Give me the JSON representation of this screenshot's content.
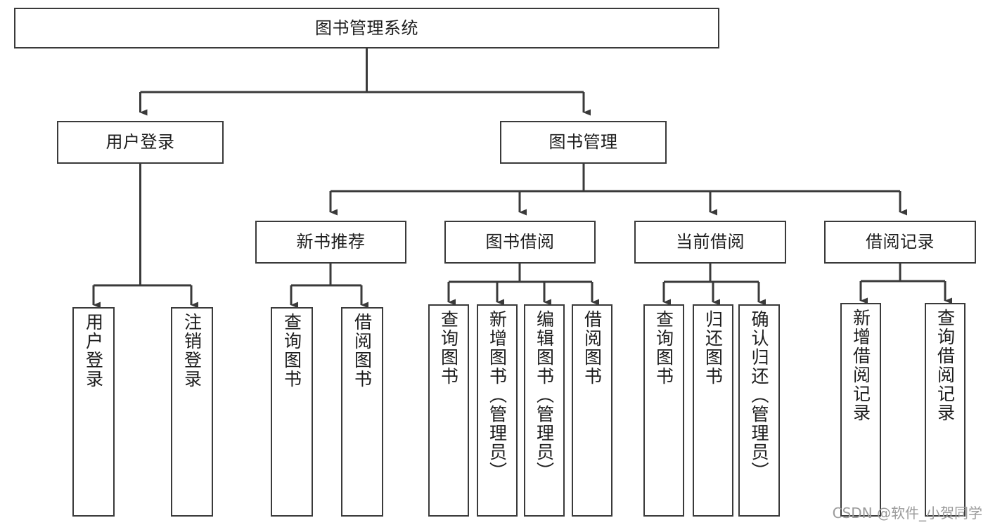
{
  "diagram": {
    "title": "图书管理系统",
    "type": "tree-hierarchy-chart",
    "orientation": "top-down",
    "colors": {
      "node_border": "#3a3a3a",
      "node_fill": "#ffffff",
      "edge": "#3a3a3a",
      "text": "#1d1d1d",
      "watermark": "#9b9b9b",
      "background": "#ffffff"
    },
    "root": {
      "label": "图书管理系统"
    },
    "level2": [
      {
        "label": "用户登录"
      },
      {
        "label": "图书管理"
      }
    ],
    "level3": [
      {
        "label": "新书推荐"
      },
      {
        "label": "图书借阅"
      },
      {
        "label": "当前借阅"
      },
      {
        "label": "借阅记录"
      }
    ],
    "leaves": {
      "user_login": [
        {
          "label": "用户登录"
        },
        {
          "label": "注销登录"
        }
      ],
      "new_book_recommend": [
        {
          "label": "查询图书"
        },
        {
          "label": "借阅图书"
        }
      ],
      "book_borrow": [
        {
          "label": "查询图书"
        },
        {
          "label": "新增图书（管理员）"
        },
        {
          "label": "编辑图书（管理员）"
        },
        {
          "label": "借阅图书"
        }
      ],
      "current_borrow": [
        {
          "label": "查询图书"
        },
        {
          "label": "归还图书"
        },
        {
          "label": "确认归还（管理员）"
        }
      ],
      "borrow_record": [
        {
          "label": "新增借阅记录"
        },
        {
          "label": "查询借阅记录"
        }
      ]
    }
  },
  "watermark": {
    "text": "CSDN @软件_小贺同学"
  }
}
